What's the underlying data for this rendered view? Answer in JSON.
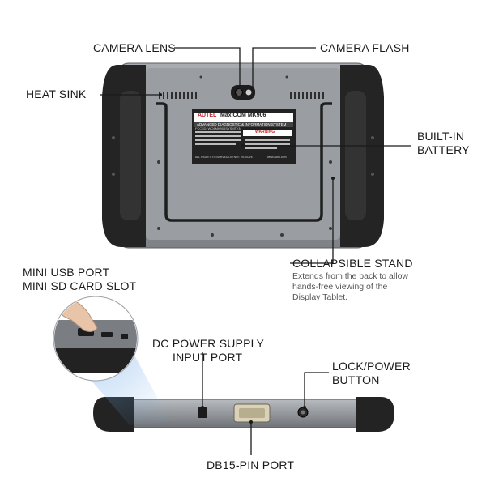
{
  "labels": {
    "camera_lens": "CAMERA LENS",
    "camera_flash": "CAMERA FLASH",
    "heat_sink": "HEAT SINK",
    "built_in_battery_line1": "BUILT-IN",
    "built_in_battery_line2": "BATTERY",
    "collapsible_stand": "COLLAPSIBLE STAND",
    "stand_desc_line1": "Extends from the back to allow",
    "stand_desc_line2": "hands-free viewing of the",
    "stand_desc_line3": "Display Tablet.",
    "mini_usb_port": "MINI USB PORT",
    "mini_sd_slot": "MINI SD CARD SLOT",
    "dc_power_line1": "DC POWER SUPPLY",
    "dc_power_line2": "INPUT PORT",
    "lock_power_line1": "LOCK/POWER",
    "lock_power_line2": "BUTTON",
    "db15_port": "DB15-PIN PORT"
  },
  "device_label": {
    "brand": "AUTEL",
    "model": "MaxiCOM MK906",
    "subtitle": "ADVANCED DIAGNOSTIC & INFORMATION SYSTEM",
    "fcc": "FCC ID: WQ8MK906SYSMTKN",
    "warning": "WARNING",
    "footer": "ALL RIGHTS RESERVED   DO NOT REMOVE",
    "website": "www.autel.com"
  },
  "colors": {
    "body_gray": "#8f9398",
    "bumper": "#262626",
    "line": "#1a1a1a"
  }
}
